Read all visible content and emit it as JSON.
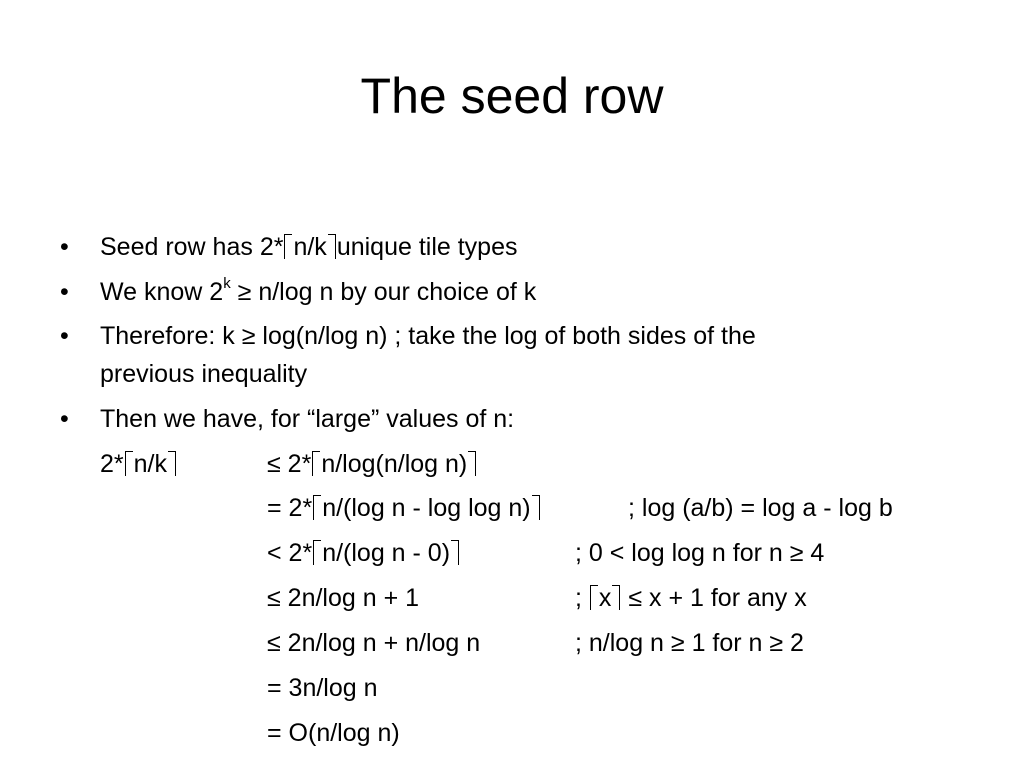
{
  "slide": {
    "title": "The seed row",
    "bullet_glyph": "•",
    "b1": {
      "pre": "Seed row has 2*",
      "ceil_inner": "n/k",
      "post": "unique tile types"
    },
    "b2": {
      "pre": "We know 2",
      "sup": "k",
      "post": " ≥ n/log n by our choice of k"
    },
    "b3": {
      "line1": "Therefore: k ≥ log(n/log n) ;   take the log of both sides of the",
      "line2": "previous inequality"
    },
    "b4": {
      "text": "Then we have, for “large” values of n:"
    },
    "derivation": {
      "lhs": {
        "pre": "2*",
        "ceil_inner": "n/k"
      },
      "steps": [
        {
          "pre": "≤ 2*",
          "ceil_inner": "n/log(n/log n)",
          "post": "",
          "note": ""
        },
        {
          "pre": "= 2*",
          "ceil_inner": "n/(log n - log log n)",
          "post": "",
          "note": ";  log (a/b) = log a - log b"
        },
        {
          "pre": "< 2*",
          "ceil_inner": "n/(log n - 0)",
          "post": "",
          "note": ";  0 < log log n for n ≥ 4"
        },
        {
          "pre": "≤ 2n/log n + 1",
          "note_pre": "; ",
          "note_ceil": "x",
          "note_post": " ≤ x + 1 for any x"
        },
        {
          "pre": "≤ 2n/log n + n/log n",
          "note": ";  n/log n ≥ 1 for n ≥ 2"
        },
        {
          "pre": "= 3n/log n"
        },
        {
          "pre": "= O(n/log n)"
        }
      ]
    }
  }
}
